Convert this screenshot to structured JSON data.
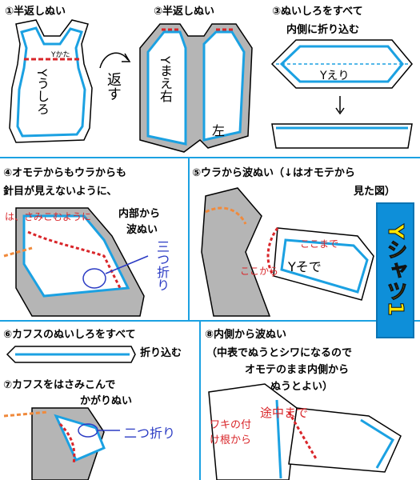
{
  "steps": {
    "s1": {
      "title": "①半返しぬい",
      "label_top": "Yかた",
      "label_body": "Yうしろ"
    },
    "s2": {
      "title": "②半返しぬい",
      "label_left": "Yまえ右",
      "label_right": "左",
      "arrow_text": "返す"
    },
    "s3": {
      "title_line1": "③ぬいしろをすべて",
      "title_line2": "内側に折り込む",
      "label": "Yえり"
    },
    "s4": {
      "title_line1": "④オモテからもウラからも",
      "title_line2": "針目が見えないように、",
      "title_line3": "内部から",
      "title_line4": "波ぬい",
      "note_red": "は、さみこむように",
      "note_blue": "三つ折り"
    },
    "s5": {
      "title_line1": "⑤ウラから波ぬい（↓はオモテから",
      "title_line2": "見た図）",
      "label_sleeve": "Yそで",
      "note_red1": "ここまで",
      "note_red2": "ここから"
    },
    "s6": {
      "title_line1": "⑥カフスのぬいしろをすべて",
      "title_line2": "折り込む"
    },
    "s7": {
      "title_line1": "⑦カフスをはさみこんで",
      "title_line2": "かがりぬい",
      "note_blue": "二つ折り"
    },
    "s8": {
      "title_line1": "⑧内側から波ぬい",
      "title_line2": "（中表でぬうとシワになるので",
      "title_line3": "オモテのまま内側から",
      "title_line4": "ぬうとよい）",
      "note_red1": "ワキの付け根から",
      "note_red2": "途中まで"
    }
  },
  "banner": {
    "text": "Yシャツ1"
  },
  "colors": {
    "accent_blue": "#1ba1e2",
    "seam_red": "#d9262a",
    "fold_orange": "#f08a3c",
    "fabric_gray": "#b5b5b5",
    "note_blue": "#2b3bc4"
  }
}
